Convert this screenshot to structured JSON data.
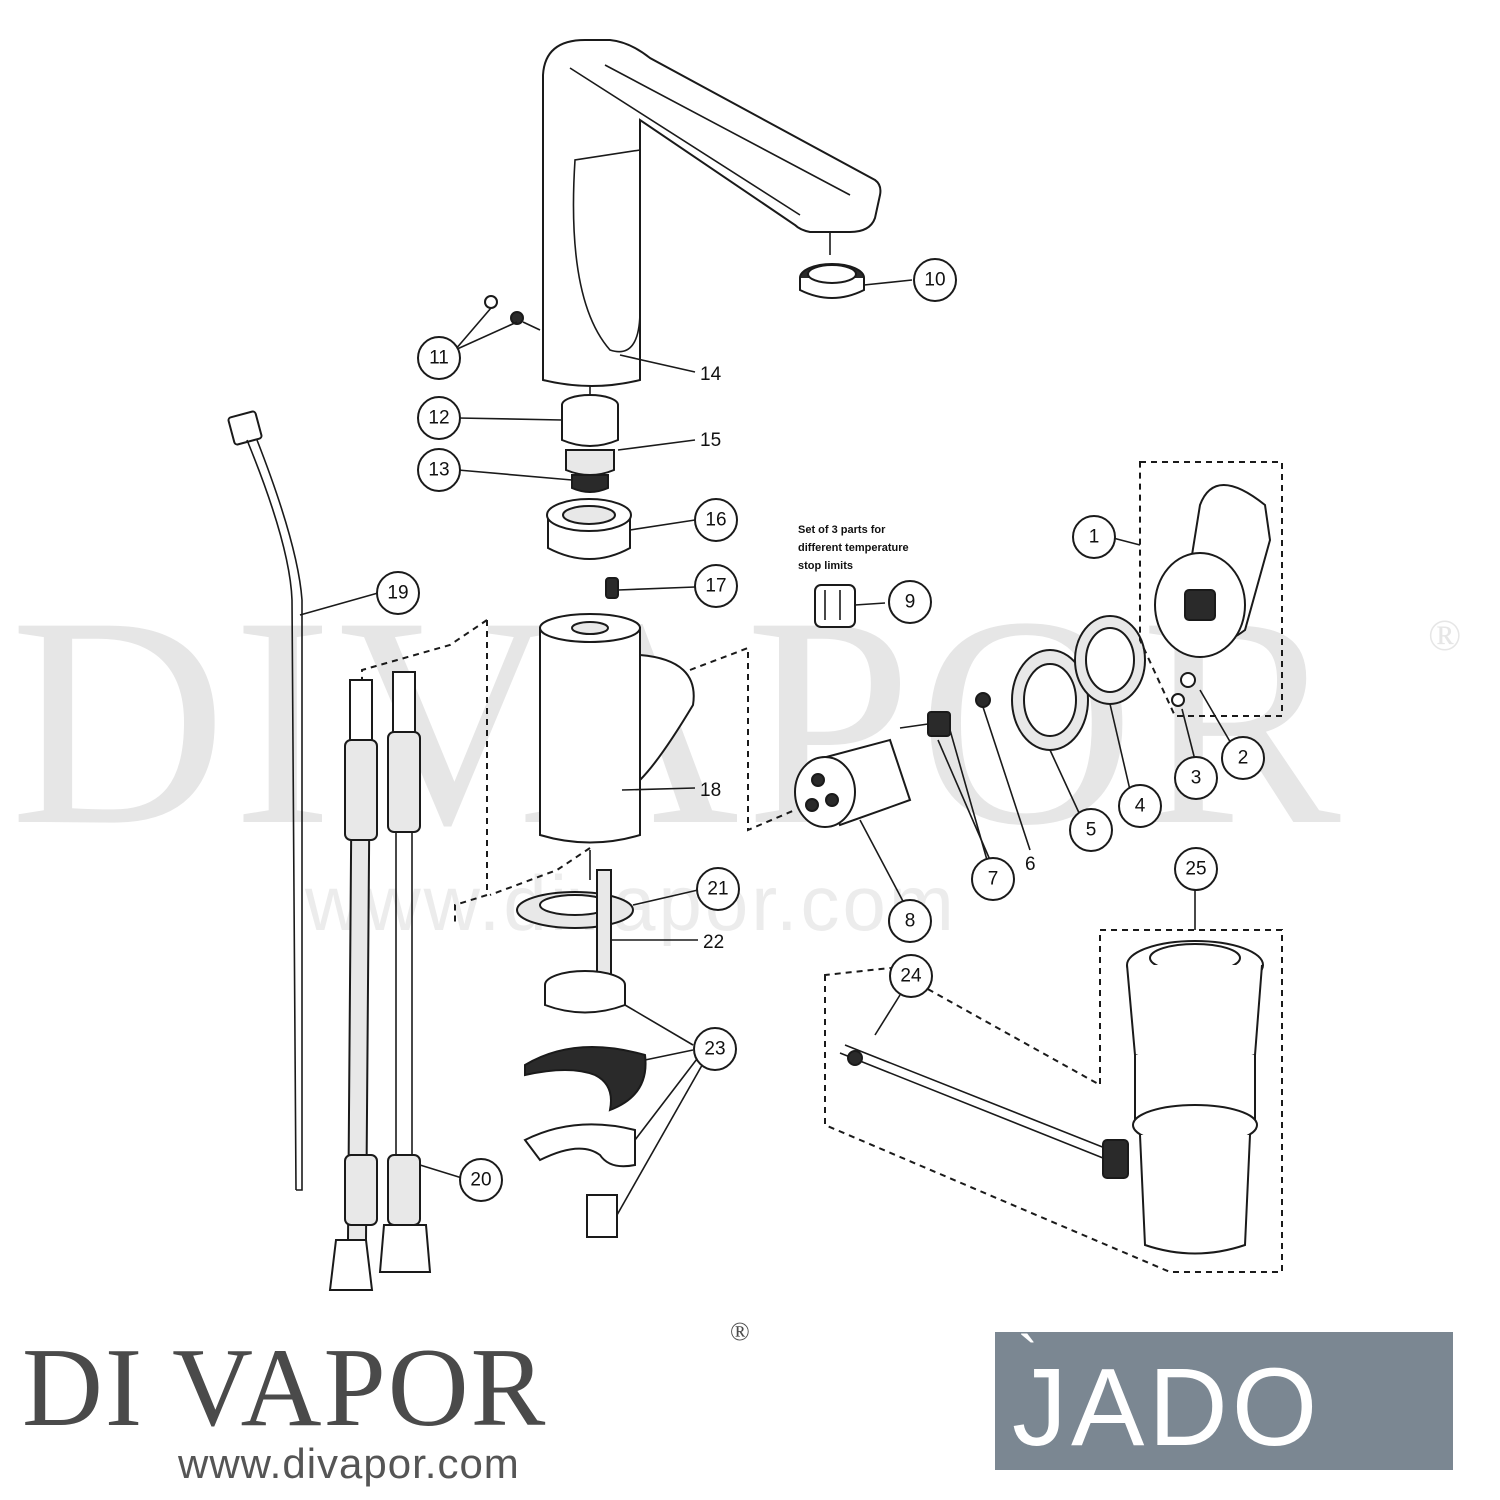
{
  "watermark": {
    "text": "DIVAPOR",
    "registered_mark": "®",
    "url": "www.divapor.com"
  },
  "note": {
    "line1": "Set of 3 parts for",
    "line2": "different temperature",
    "line3": "stop limits"
  },
  "callouts": {
    "c1": "1",
    "c2": "2",
    "c3": "3",
    "c4": "4",
    "c5": "5",
    "c7": "7",
    "c8": "8",
    "c9": "9",
    "c10": "10",
    "c11": "11",
    "c12": "12",
    "c13": "13",
    "c16": "16",
    "c17": "17",
    "c19": "19",
    "c20": "20",
    "c21": "21",
    "c23": "23",
    "c24": "24",
    "c25": "25"
  },
  "labels": {
    "l6": "6",
    "l14": "14",
    "l15": "15",
    "l18": "18",
    "l22": "22"
  },
  "brand": {
    "name": "DI VAPOR",
    "registered_mark": "®",
    "url": "www.divapor.com"
  },
  "manufacturer": {
    "name": "JADO",
    "accent": "`",
    "bg_color": "#7b8792"
  }
}
